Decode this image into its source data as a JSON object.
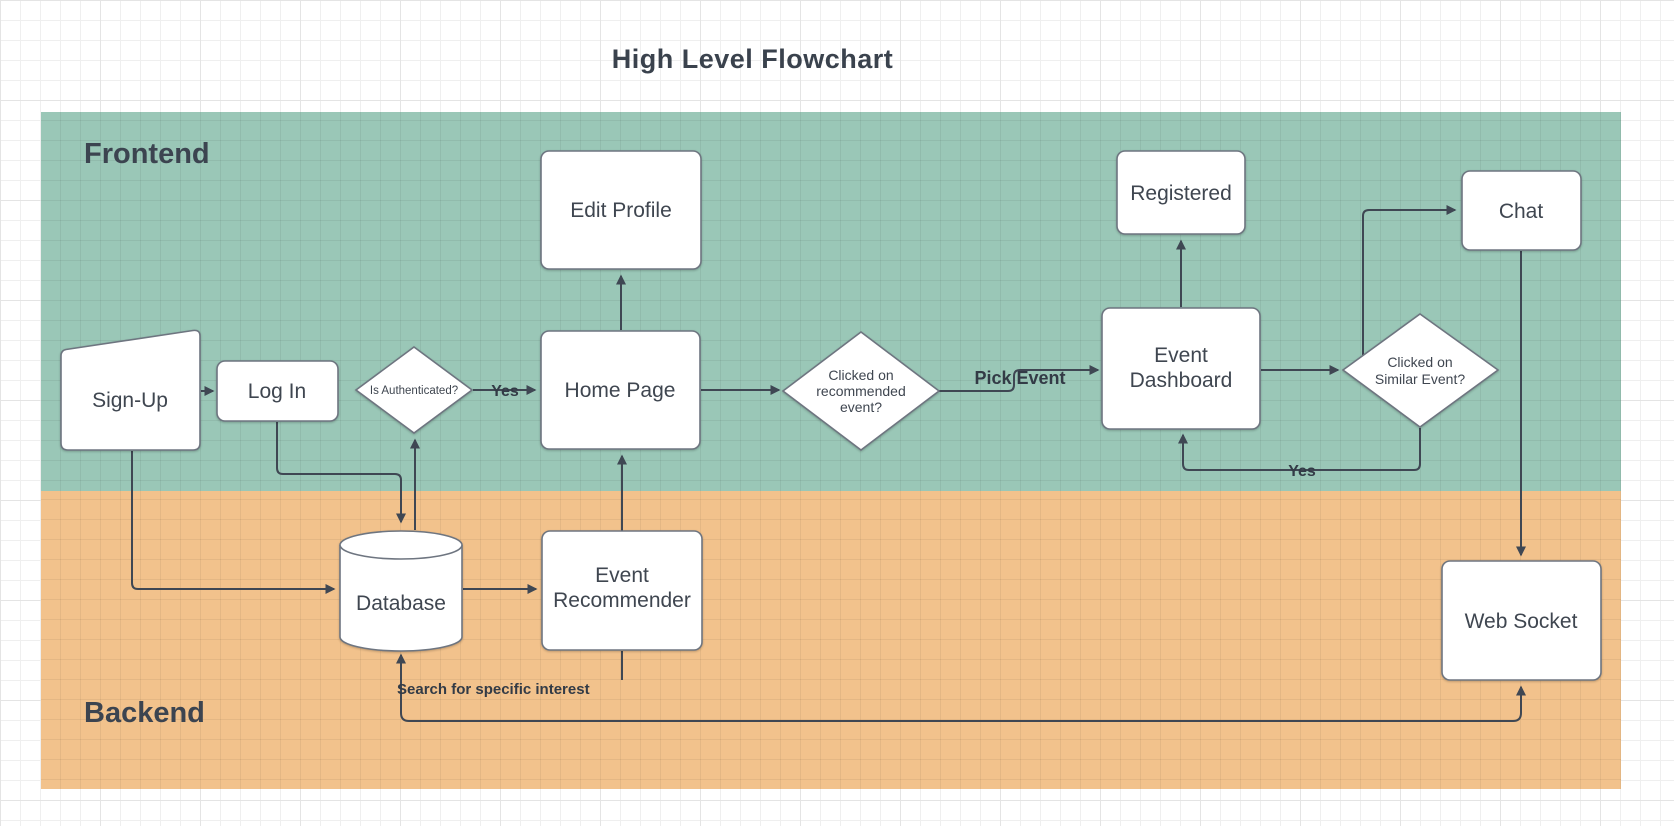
{
  "title": "High Level Flowchart",
  "colors": {
    "frontend_band": "#9AC7B7",
    "backend_band": "#F2C28C",
    "node_fill": "#FFFFFF",
    "node_border": "#6E7580",
    "edge": "#3F4753",
    "node_text": "#3F4650",
    "heading_text": "#3A424D"
  },
  "bands": {
    "frontend": {
      "label": "Frontend"
    },
    "backend": {
      "label": "Backend"
    }
  },
  "nodes": {
    "sign_up": {
      "label": "Sign-Up"
    },
    "log_in": {
      "label": "Log In"
    },
    "is_authenticated": {
      "label": "Is Authenticated?"
    },
    "home_page": {
      "label": "Home Page"
    },
    "edit_profile": {
      "label": "Edit Profile"
    },
    "clicked_recommended": {
      "line1": "Clicked on",
      "line2": "recommended",
      "line3": "event?"
    },
    "event_dashboard": {
      "line1": "Event",
      "line2": "Dashboard"
    },
    "registered": {
      "label": "Registered"
    },
    "chat": {
      "label": "Chat"
    },
    "clicked_similar": {
      "line1": "Clicked on",
      "line2": "Similar Event?"
    },
    "database": {
      "label": "Database"
    },
    "event_recommender": {
      "line1": "Event",
      "line2": "Recommender"
    },
    "web_socket": {
      "label": "Web Socket"
    }
  },
  "edge_labels": {
    "yes_auth": "Yes",
    "pick_event": "Pick Event",
    "yes_similar": "Yes",
    "search_interest": "Search for specific interest"
  }
}
